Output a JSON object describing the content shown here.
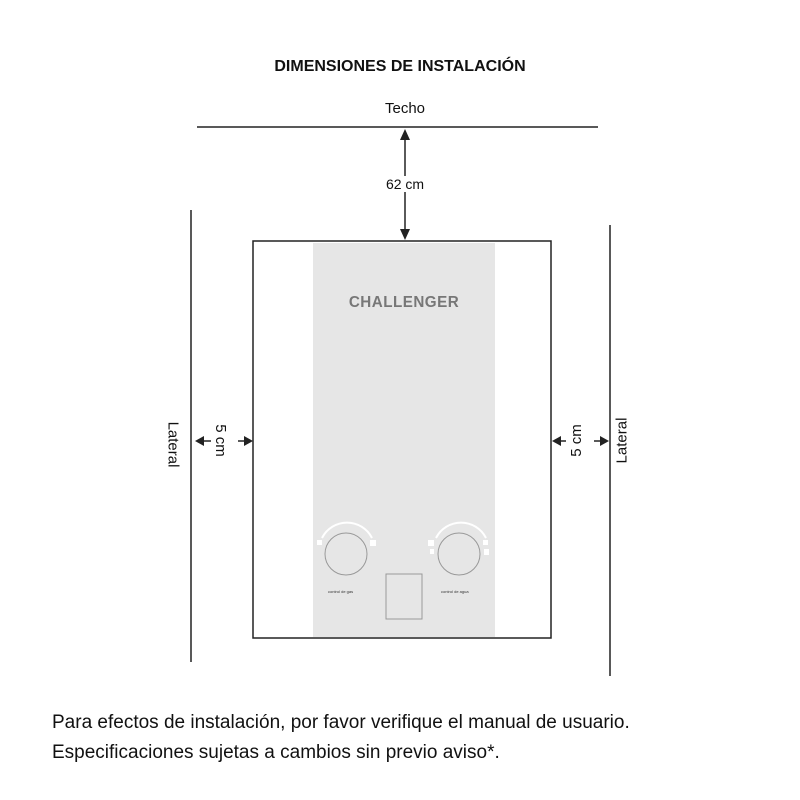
{
  "title": "DIMENSIONES DE INSTALACIÓN",
  "ceiling_label": "Techo",
  "top_clearance": "62 cm",
  "left_wall_label": "Lateral",
  "right_wall_label": "Lateral",
  "left_clearance": "5 cm",
  "right_clearance": "5 cm",
  "heater": {
    "brand": "CHALLENGER",
    "left_knob_label": "control de gas",
    "right_knob_label": "control de agua",
    "panel_color": "#e6e6e6"
  },
  "note_lines": [
    "Para efectos de instalación, por favor verifique el manual de usuario.",
    "Especificaciones sujetas a cambios sin previo aviso*."
  ]
}
